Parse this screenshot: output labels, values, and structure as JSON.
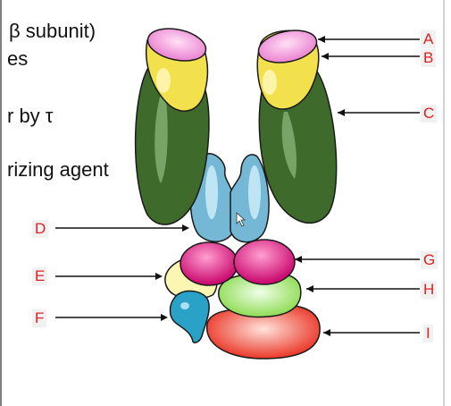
{
  "text_fragments": [
    "β subunit)",
    "es",
    "r by τ",
    "rizing agent"
  ],
  "labels": {
    "A": "A",
    "B": "B",
    "C": "C",
    "D": "D",
    "E": "E",
    "F": "F",
    "G": "G",
    "H": "H",
    "I": "I"
  },
  "colors": {
    "dark_green": "#3e6a2c",
    "yellow": "#f2e14c",
    "pink": "#ee8ed4",
    "light_blue": "#74b8d6",
    "magenta": "#d3147a",
    "light_green": "#8edb4e",
    "cream": "#fbf7b2",
    "teal": "#2aa2c8",
    "red": "#ec2b1a",
    "label_red": "#e02020"
  }
}
